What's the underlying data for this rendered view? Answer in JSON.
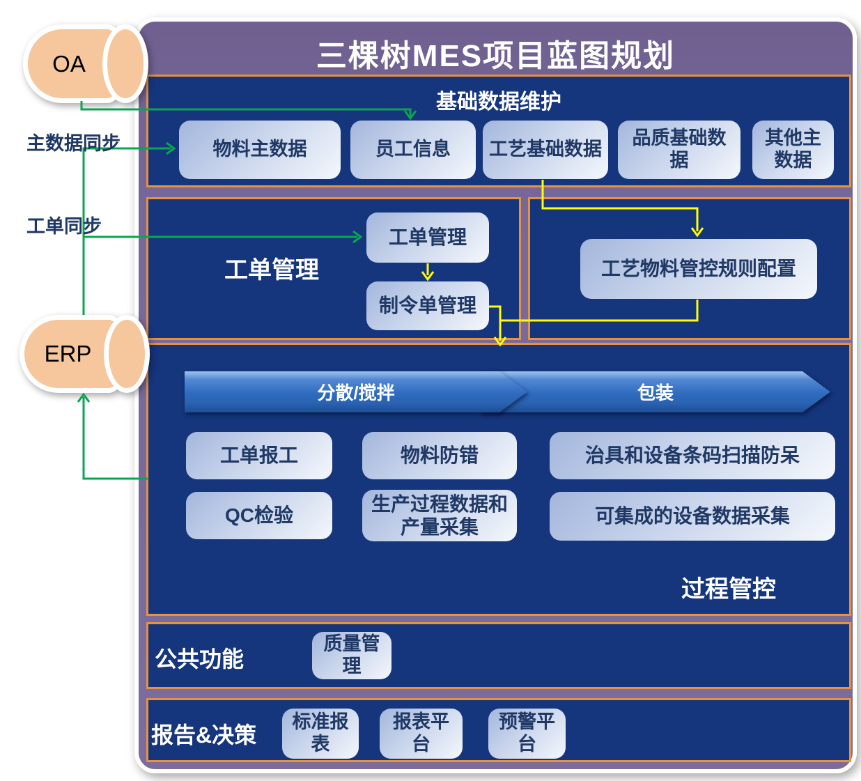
{
  "title": "三棵树MES项目蓝图规划",
  "external": {
    "oa": "OA",
    "erp": "ERP",
    "master_sync": "主数据同步",
    "order_sync": "工单同步"
  },
  "base_data": {
    "title": "基础数据维护",
    "items": [
      "物料主数据",
      "员工信息",
      "工艺基础数据",
      "品质基础数据",
      "其他主数据"
    ]
  },
  "work_order": {
    "label": "工单管理",
    "order_mgmt": "工单管理",
    "command_mgmt": "制令单管理"
  },
  "rules": {
    "config": "工艺物料管控规则配置"
  },
  "process": {
    "label": "过程管控",
    "stages": [
      "分散/搅拌",
      "包装"
    ],
    "items": [
      "工单报工",
      "物料防错",
      "治具和设备条码扫描防呆",
      "QC检验",
      "生产过程数据和产量采集",
      "可集成的设备数据采集"
    ]
  },
  "common": {
    "label": "公共功能",
    "items": [
      "质量管理"
    ]
  },
  "report": {
    "label": "报告&决策",
    "items": [
      "标准报表",
      "报表平台",
      "预警平台"
    ]
  },
  "colors": {
    "board_purple": "#78699b",
    "section_navy": "#15357c",
    "section_border_orange": "#e8923e",
    "box_text_navy": "#1f3864",
    "connector_green": "#0aa550",
    "connector_yellow": "#ffff00",
    "cylinder_peach": "#f6c69c",
    "banner_blue": "#2e6abe"
  }
}
